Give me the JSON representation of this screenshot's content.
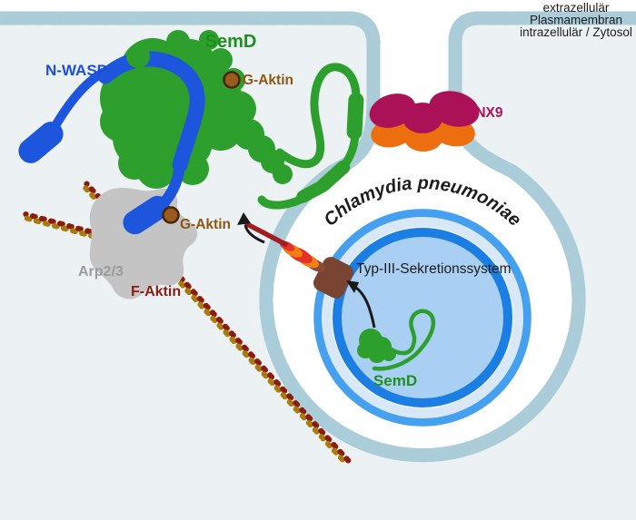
{
  "compartment_labels": {
    "extracellular": "extrazellulär",
    "plasma_membrane": "Plasmamembran",
    "intracellular": "intrazellulär / Zytosol"
  },
  "labels": {
    "semd_top": "SemD",
    "n_wasp": "N-WASP",
    "g_actin_upper": "G-Aktin",
    "g_actin_lower": "G-Aktin",
    "snx9": "SNX9",
    "arp23": "Arp2/3",
    "f_actin": "F-Aktin",
    "bacterium_name": "Chlamydia pneumoniae",
    "t3ss": "Typ-III-Sekretionssystem",
    "semd_bacterial": "SemD"
  },
  "colors": {
    "semd_green": "#2d9f2d",
    "semd_label_green": "#1e8e1e",
    "nwasp_blue": "#1d55dd",
    "arp23_gray": "#c4c4c4",
    "arp23_label_gray": "#9b9b9b",
    "g_actin_brown": "#9a5c1e",
    "g_actin_label_brown": "#8f5512",
    "f_actin_dark_red": "#8e1b0e",
    "f_actin_gold": "#a97b0a",
    "snx9_crimson": "#ab1156",
    "snx9_orange": "#ec6e0e",
    "t3ss_brown": "#7a4433",
    "t3ss_red": "#e73128",
    "t3ss_orange": "#f07d15",
    "t3ss_needle_dark_red": "#a01d20",
    "membrane_fill": "#d9eef6",
    "membrane_tick": "#9cc3d3",
    "bacterium_outer_ring": "#45a0ef",
    "bacterium_inner_ring": "#1b7ee2",
    "bacterium_fill": "#a9cff2",
    "cytosol": "#ecf2f4",
    "extracellular_white": "#ffffff"
  }
}
